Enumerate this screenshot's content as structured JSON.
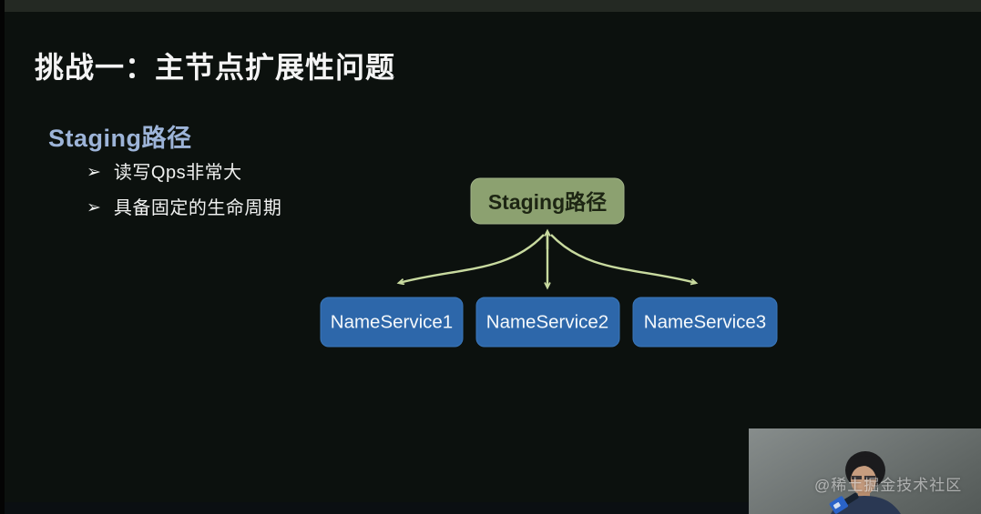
{
  "slide": {
    "title": "挑战一：主节点扩展性问题",
    "subtitle": "Staging路径",
    "bullets": [
      {
        "marker": "➢",
        "text": "读写Qps非常大"
      },
      {
        "marker": "➢",
        "text": "具备固定的生命周期"
      }
    ]
  },
  "diagram": {
    "root_label": "Staging路径",
    "children": [
      "NameService1",
      "NameService2",
      "NameService3"
    ],
    "colors": {
      "root_fill": "#8ca170",
      "root_text": "#1d2513",
      "child_fill": "#2d67aa",
      "child_text": "#f4f8fb",
      "arrow": "#c8da9f"
    }
  },
  "webcam": {
    "watermark": "@稀土掘金技术社区"
  },
  "theme": {
    "slide_background": "#0c110e",
    "title_color": "#f4f4f4",
    "subtitle_color": "#9db4d8"
  }
}
